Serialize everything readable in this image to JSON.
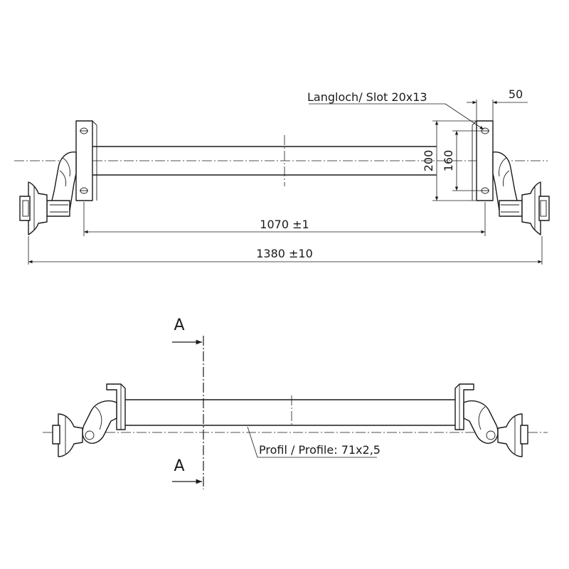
{
  "top_view": {
    "slot_label": "Langloch/ Slot 20x13",
    "dim_slot_offset": "50",
    "dim_height_outer": "200",
    "dim_height_inner": "160",
    "dim_mount_width": "1070 ±1",
    "dim_total_width": "1380 ±10"
  },
  "front_view": {
    "section_label_top": "A",
    "section_label_bottom": "A",
    "profile_label": "Profil / Profile: 71x2,5"
  }
}
